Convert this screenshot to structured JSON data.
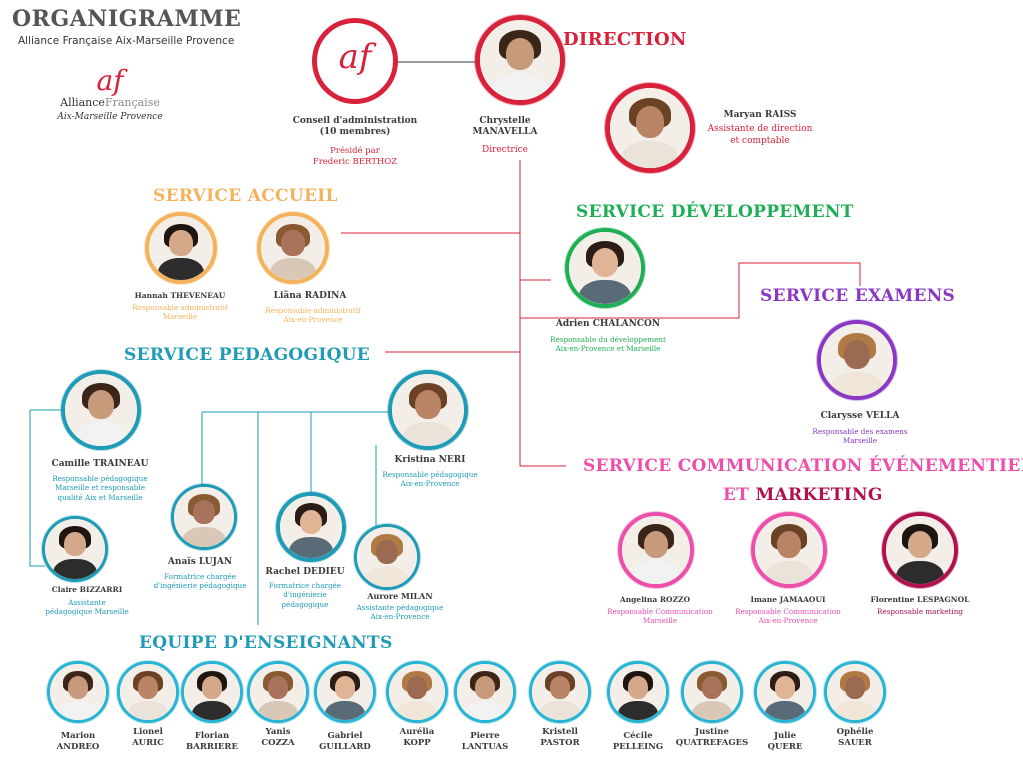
{
  "header": {
    "title": "ORGANIGRAMME",
    "subtitle": "Alliance Française Aix-Marseille Provence",
    "logo_mark": "af",
    "logo_line1_a": "Alliance",
    "logo_line1_b": "Française",
    "logo_line2": "Aix-Marseille Provence"
  },
  "colors": {
    "direction": "#d8213a",
    "accueil": "#f3b35c",
    "developpement": "#1fae55",
    "examens": "#8a38c4",
    "pedagogique": "#1f9bb6",
    "communication": "#ec4fa9",
    "marketing": "#b0124f",
    "enseignants": "#29b4d4",
    "lines": "#d8213a"
  },
  "conseil": {
    "logo": "af",
    "line1": "Conseil d'administration",
    "line2": "(10 membres)",
    "presided": "Présidé par",
    "president": "Frederic BERTHOZ"
  },
  "direction": {
    "title": "DIRECTION",
    "director": {
      "first": "Chrystelle",
      "last": "MANAVELLA",
      "role": "Directrice"
    },
    "assistant": {
      "name": "Maryan RAISS",
      "role1": "Assistante de direction",
      "role2": "et comptable"
    }
  },
  "accueil": {
    "title": "SERVICE ACCUEIL",
    "people": [
      {
        "name": "Hannah THEVENEAU",
        "role1": "Responsable administratif",
        "role2": "Marseille"
      },
      {
        "name": "Liãna RADINA",
        "role1": "Responsable administratif",
        "role2": "Aix-en-Provence"
      }
    ]
  },
  "developpement": {
    "title": "SERVICE DÉVELOPPEMENT",
    "person": {
      "name": "Adrien CHALANCON",
      "role1": "Responsable du développement",
      "role2": "Aix-en-Provence et Marseille"
    }
  },
  "examens": {
    "title": "SERVICE EXAMENS",
    "person": {
      "name": "Clarysse VELLA",
      "role1": "Responsable des examens",
      "role2": "Marseille"
    }
  },
  "pedagogique": {
    "title": "SERVICE PEDAGOGIQUE",
    "camille": {
      "name": "Camille TRAINEAU",
      "role1": "Responsable pédagogique",
      "role2": "Marseille  et responsable",
      "role3": "qualité Aix et Marseille"
    },
    "kristina": {
      "name": "Kristina NERI",
      "role1": "Responsable pédagogique",
      "role2": "Aix-en-Provence"
    },
    "claire": {
      "name": "Claire BIZZARRI",
      "role1": "Assistante",
      "role2": "pédagogique Marseille"
    },
    "anais": {
      "name": "Anaïs LUJAN",
      "role1": "Formatrice chargée",
      "role2": "d'ingénierie pédagogique"
    },
    "rachel": {
      "name": "Rachel DEDIEU",
      "role1": "Formatrice chargée",
      "role2": "d'ingénierie",
      "role3": "pédagogique"
    },
    "aurore": {
      "name": "Aurore MILAN",
      "role1": "Assistante  pédagogique",
      "role2": "Aix-en-Provence"
    }
  },
  "communication": {
    "title_a": "SERVICE COMMUNICATION ÉVÉNEMENTIEL",
    "title_b": "ET",
    "title_c": "MARKETING",
    "people": [
      {
        "name": "Angelina ROZZO",
        "role1": "Responsable Communication",
        "role2": "Marseille"
      },
      {
        "name": "Imane JAMAAOUI",
        "role1": "Responsable Communication",
        "role2": "Aix-en-Provence"
      },
      {
        "name": "Florentine LESPAGNOL",
        "role1": "Responsable marketing",
        "role2": ""
      }
    ]
  },
  "enseignants": {
    "title": "EQUIPE D'ENSEIGNANTS",
    "people": [
      {
        "first": "Marion",
        "last": "ANDREO"
      },
      {
        "first": "Lionel",
        "last": "AURIC"
      },
      {
        "first": "Florian",
        "last": "BARRIERE"
      },
      {
        "first": "Yanis",
        "last": "COZZA"
      },
      {
        "first": "Gabriel",
        "last": "GUILLARD"
      },
      {
        "first": "Aurélia",
        "last": "KOPP"
      },
      {
        "first": "Pierre",
        "last": "LANTUAS"
      },
      {
        "first": "Kristell",
        "last": "PASTOR"
      },
      {
        "first": "Cécile",
        "last": "PELLEING"
      },
      {
        "first": "Justine",
        "last": "QUATREFAGES"
      },
      {
        "first": "Julie",
        "last": "QUERE"
      },
      {
        "first": "Ophélie",
        "last": "SAUER"
      }
    ]
  }
}
